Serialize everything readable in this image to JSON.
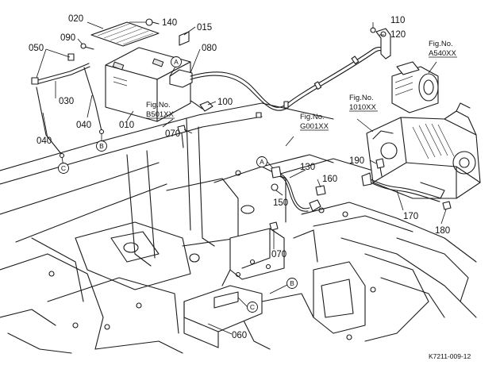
{
  "diagram": {
    "callouts": [
      "020",
      "140",
      "015",
      "090",
      "050",
      "080",
      "030",
      "010",
      "040",
      "040",
      "100",
      "070",
      "110",
      "120",
      "190",
      "130",
      "160",
      "150",
      "070",
      "170",
      "180",
      "060"
    ],
    "figure_refs": [
      {
        "label": "Fig.No.",
        "code": "B501XX"
      },
      {
        "label": "Fig.No.",
        "code": "G001XX"
      },
      {
        "label": "Fig.No.",
        "code": "A540XX"
      },
      {
        "label": "Fig.No.",
        "code": "1010XX"
      }
    ],
    "connectors": [
      "A",
      "B",
      "C",
      "A",
      "B",
      "C"
    ],
    "drawing_number": "K7211-009-12"
  }
}
